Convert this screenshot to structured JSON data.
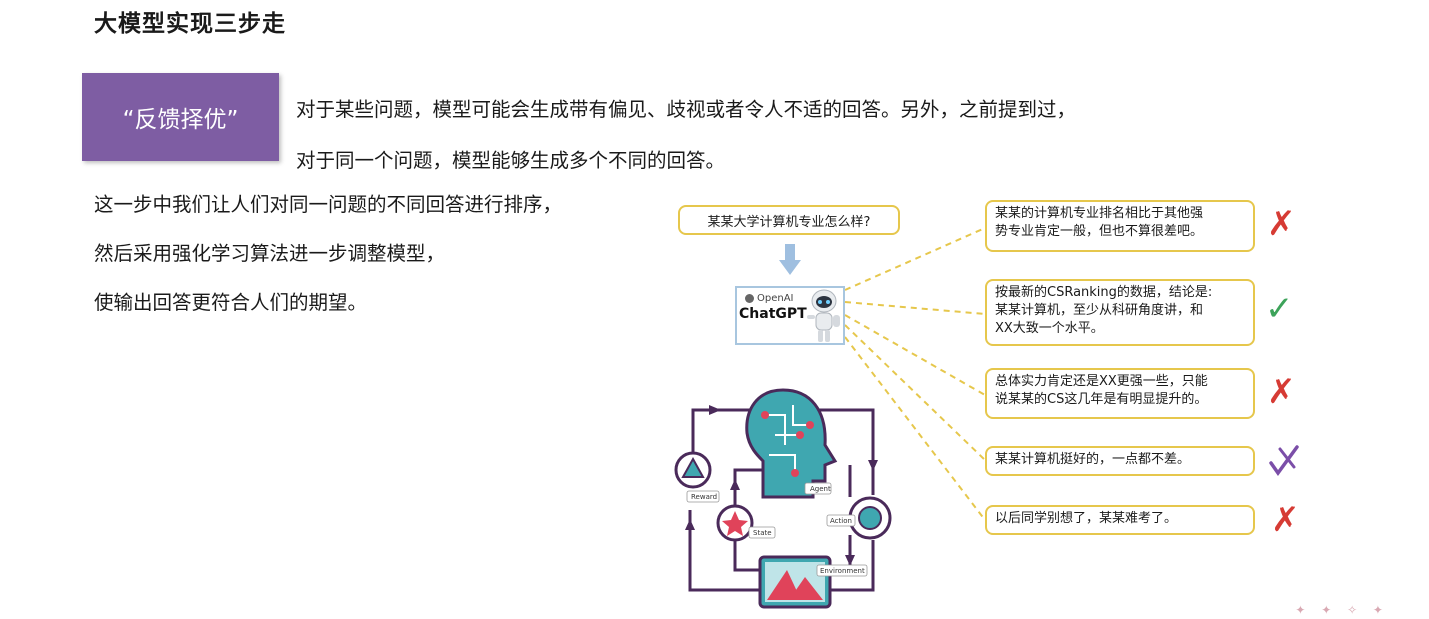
{
  "page": {
    "title": "大模型实现三步走",
    "tag_label": "“反馈择优”",
    "intro_lines": [
      "对于某些问题，模型可能会生成带有偏见、歧视或者令人不适的回答。另外，之前提到过，",
      "对于同一个问题，模型能够生成多个不同的回答。"
    ],
    "body_lines": [
      "这一步中我们让人们对同一问题的不同回答进行排序，",
      "然后采用强化学习算法进一步调整模型，",
      "使输出回答更符合人们的期望。"
    ]
  },
  "diagram": {
    "question": "某某大学计算机专业怎么样?",
    "openai_label": "OpenAI",
    "chatgpt_label": "ChatGPT",
    "answers": [
      {
        "lines": [
          "某某的计算机专业排名相比于其他强",
          "势专业肯定一般，但也不算很差吧。"
        ],
        "mark": "cross"
      },
      {
        "lines": [
          "按最新的CSRanking的数据，结论是:",
          "某某计算机，至少从科研角度讲，和",
          "XX大致一个水平。"
        ],
        "mark": "check"
      },
      {
        "lines": [
          "总体实力肯定还是XX更强一些，只能",
          "说某某的CS这几年是有明显提升的。"
        ],
        "mark": "cross"
      },
      {
        "lines": [
          "某某计算机挺好的，一点都不差。"
        ],
        "mark": "check-cross"
      },
      {
        "lines": [
          "以后同学别想了，某某难考了。"
        ],
        "mark": "cross"
      }
    ],
    "rl_labels": {
      "agent": "Agent",
      "reward": "Reward",
      "state": "State",
      "action": "Action",
      "environment": "Environment"
    }
  },
  "colors": {
    "tag_bg": "#7e5da3",
    "answer_border": "#e6c74c",
    "cross": "#d63b34",
    "check": "#3da35a",
    "rl_line": "#4a2a5a",
    "rl_teal": "#3fa7b0"
  }
}
